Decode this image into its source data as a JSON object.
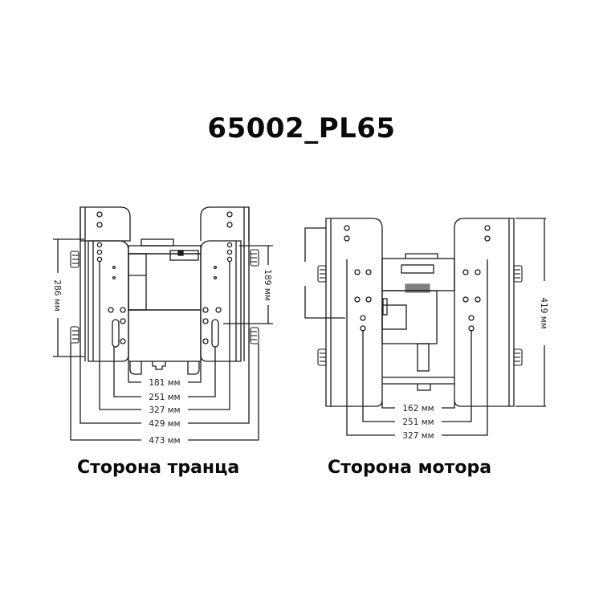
{
  "title": "65002_PL65",
  "views": [
    {
      "caption": "Сторона транца",
      "vertical_dimensions": [
        {
          "label": "286 мм",
          "value": 286
        },
        {
          "label": "189 мм",
          "value": 189
        }
      ],
      "horizontal_dimensions": [
        {
          "label": "181 мм",
          "value": 181
        },
        {
          "label": "251 мм",
          "value": 251
        },
        {
          "label": "327 мм",
          "value": 327
        },
        {
          "label": "429 мм",
          "value": 429
        },
        {
          "label": "473 мм",
          "value": 473
        }
      ]
    },
    {
      "caption": "Сторона мотора",
      "vertical_dimensions": [
        {
          "label": "419 мм",
          "value": 419
        }
      ],
      "horizontal_dimensions": [
        {
          "label": "162 мм",
          "value": 162
        },
        {
          "label": "251 мм",
          "value": 251
        },
        {
          "label": "327 мм",
          "value": 327
        }
      ]
    }
  ],
  "colors": {
    "line": "#1a1a1a",
    "background": "#ffffff"
  }
}
